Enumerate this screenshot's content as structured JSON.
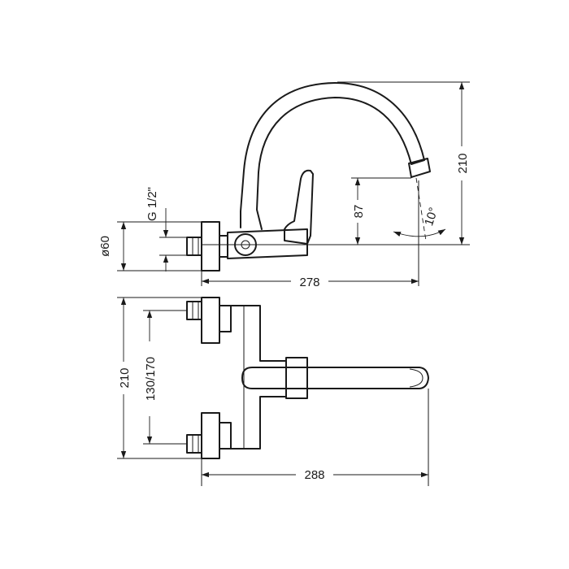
{
  "drawing": {
    "dimensions": {
      "spout_reach": "278",
      "height": "210",
      "spout_height": "87",
      "spout_angle": "10°",
      "diameter": "ø60",
      "thread": "G 1/2\"",
      "bottom_height": "210",
      "centers": "130/170",
      "overall_width": "288"
    }
  }
}
